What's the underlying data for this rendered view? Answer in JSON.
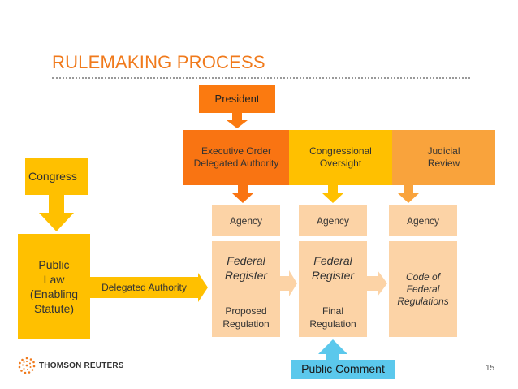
{
  "slide": {
    "title": "RULEMAKING PROCESS",
    "page_number": "15"
  },
  "nodes": {
    "president": "President",
    "executive_order": "Executive Order\nDelegated Authority",
    "congressional_oversight": "Congressional\nOversight",
    "judicial_review": "Judicial\nReview",
    "congress": "Congress",
    "agency_1": "Agency",
    "agency_2": "Agency",
    "agency_3": "Agency",
    "public_law": "Public\nLaw\n(Enabling\nStatute)",
    "delegated_authority": "Delegated Authority",
    "federal_register_1": {
      "title": "Federal\nRegister",
      "subtitle": "Proposed\nRegulation"
    },
    "federal_register_2": {
      "title": "Federal\nRegister",
      "subtitle": "Final\nRegulation"
    },
    "code_of_federal_regulations": "Code of\nFederal\nRegulations",
    "public_comment": "Public Comment"
  },
  "logo": {
    "text": "THOMSON REUTERS",
    "icon": "thomson-reuters-logo-icon"
  },
  "colors": {
    "title": "#f07a1c",
    "dark_orange": "#fb7a10",
    "yellow": "#ffc000",
    "light_orange": "#f9a33c",
    "peach": "#fcd3a6",
    "blue": "#5bc8ec"
  }
}
